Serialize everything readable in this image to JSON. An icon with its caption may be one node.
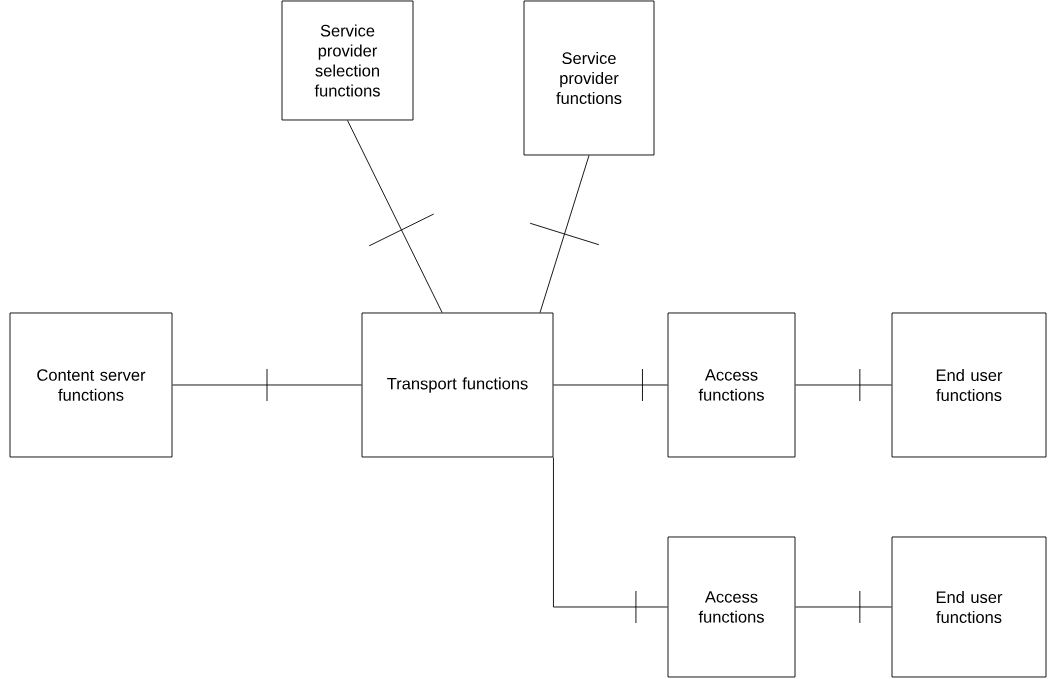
{
  "diagram": {
    "nodes": [
      {
        "text": [
          "Service provider selection functions"
        ]
      },
      {
        "text": [
          "Service provider functions"
        ]
      },
      {
        "text": [
          "Content server functions"
        ]
      },
      {
        "text": [
          "Transport functions"
        ]
      },
      {
        "text": [
          "Access functions"
        ]
      },
      {
        "text": [
          "End user functions"
        ]
      },
      {
        "text": [
          "Access functions"
        ]
      },
      {
        "text": [
          "End user functions"
        ]
      }
    ],
    "edges": [
      {
        "from": 0,
        "to": 3,
        "arrow": "none"
      },
      {
        "from": 1,
        "to": 3,
        "arrow": "none"
      },
      {
        "from": 2,
        "to": 3,
        "arrow": "none"
      },
      {
        "from": 3,
        "to": 4,
        "arrow": "none"
      },
      {
        "from": 4,
        "to": 5,
        "arrow": "none"
      },
      {
        "from": 3,
        "to": 6,
        "arrow": "none"
      },
      {
        "from": 6,
        "to": 7,
        "arrow": "none"
      }
    ]
  }
}
